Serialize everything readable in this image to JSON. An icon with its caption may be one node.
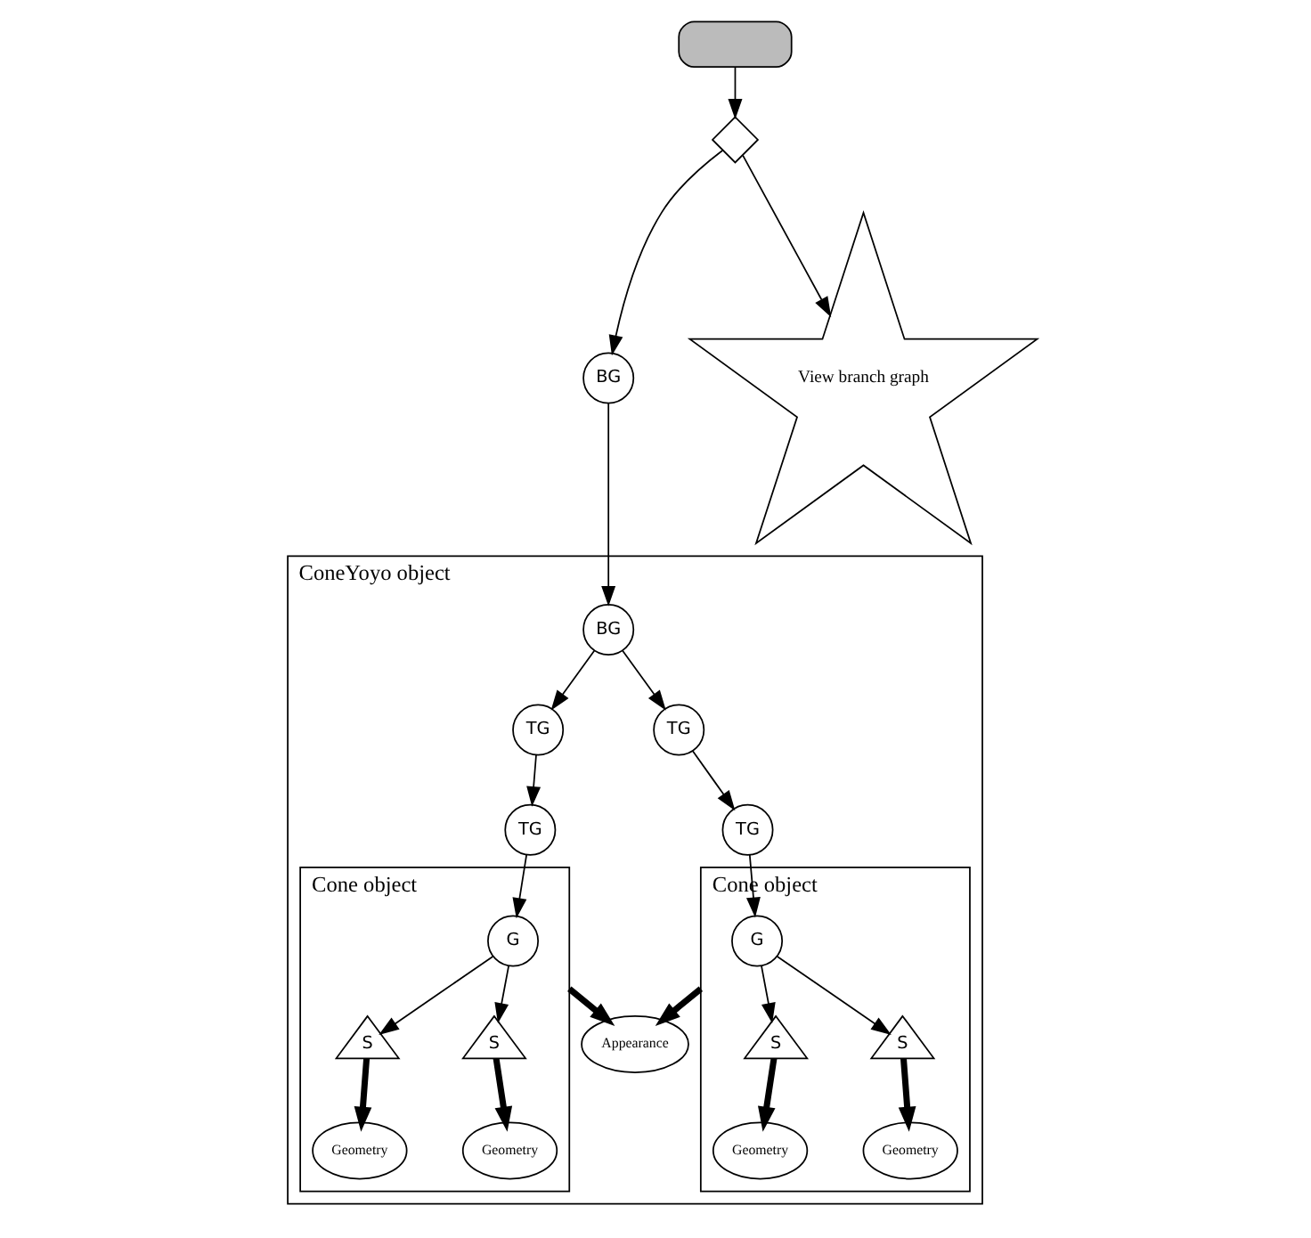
{
  "diagram": {
    "nodes": [
      {
        "text": [],
        "shape": "box"
      },
      {
        "text": [],
        "shape": "diamond"
      },
      {
        "text": [
          "BG"
        ]
      },
      {
        "text": [
          "View branch graph"
        ]
      },
      {
        "text": [
          "ConeYoyo object"
        ]
      },
      {
        "text": [
          "BG"
        ],
        "in": 4
      },
      {
        "text": [
          "TG"
        ],
        "in": 4
      },
      {
        "text": [
          "TG"
        ],
        "in": 4
      },
      {
        "text": [
          "TG"
        ],
        "in": 4
      },
      {
        "text": [
          "TG"
        ],
        "in": 4
      },
      {
        "text": [
          "Cone object"
        ],
        "in": 4
      },
      {
        "text": [
          "G"
        ],
        "in": 10
      },
      {
        "text": [
          "S"
        ],
        "in": 10
      },
      {
        "text": [
          "S"
        ],
        "in": 10
      },
      {
        "text": [
          "Geometry"
        ],
        "in": 10
      },
      {
        "text": [
          "Geometry"
        ],
        "in": 10
      },
      {
        "text": [
          "Cone object"
        ],
        "in": 4
      },
      {
        "text": [
          "G"
        ],
        "in": 16
      },
      {
        "text": [
          "S"
        ],
        "in": 16
      },
      {
        "text": [
          "S"
        ],
        "in": 16
      },
      {
        "text": [
          "Geometry"
        ],
        "in": 16
      },
      {
        "text": [
          "Geometry"
        ],
        "in": 16
      },
      {
        "text": [
          "Appearance"
        ],
        "in": 4
      }
    ],
    "edges": [
      {
        "from": 0,
        "to": 1,
        "arrow": "to"
      },
      {
        "from": 1,
        "to": 2,
        "arrow": "to"
      },
      {
        "from": 1,
        "to": 3,
        "arrow": "to"
      },
      {
        "from": 2,
        "to": 5,
        "arrow": "to"
      },
      {
        "from": 5,
        "to": 6,
        "arrow": "to"
      },
      {
        "from": 5,
        "to": 7,
        "arrow": "to"
      },
      {
        "from": 6,
        "to": 8,
        "arrow": "to"
      },
      {
        "from": 7,
        "to": 9,
        "arrow": "to"
      },
      {
        "from": 8,
        "to": 11,
        "arrow": "to"
      },
      {
        "from": 9,
        "to": 17,
        "arrow": "to"
      },
      {
        "from": 11,
        "to": 12,
        "arrow": "to"
      },
      {
        "from": 11,
        "to": 13,
        "arrow": "to"
      },
      {
        "from": 17,
        "to": 18,
        "arrow": "to"
      },
      {
        "from": 17,
        "to": 19,
        "arrow": "to"
      },
      {
        "from": 12,
        "to": 14,
        "arrow": "to",
        "style": "thick"
      },
      {
        "from": 13,
        "to": 15,
        "arrow": "to",
        "style": "thick"
      },
      {
        "from": 18,
        "to": 20,
        "arrow": "to",
        "style": "thick"
      },
      {
        "from": 19,
        "to": 21,
        "arrow": "to",
        "style": "thick"
      },
      {
        "from": 10,
        "to": 22,
        "arrow": "to",
        "style": "thick"
      },
      {
        "from": 16,
        "to": 22,
        "arrow": "to",
        "style": "thick"
      }
    ]
  }
}
